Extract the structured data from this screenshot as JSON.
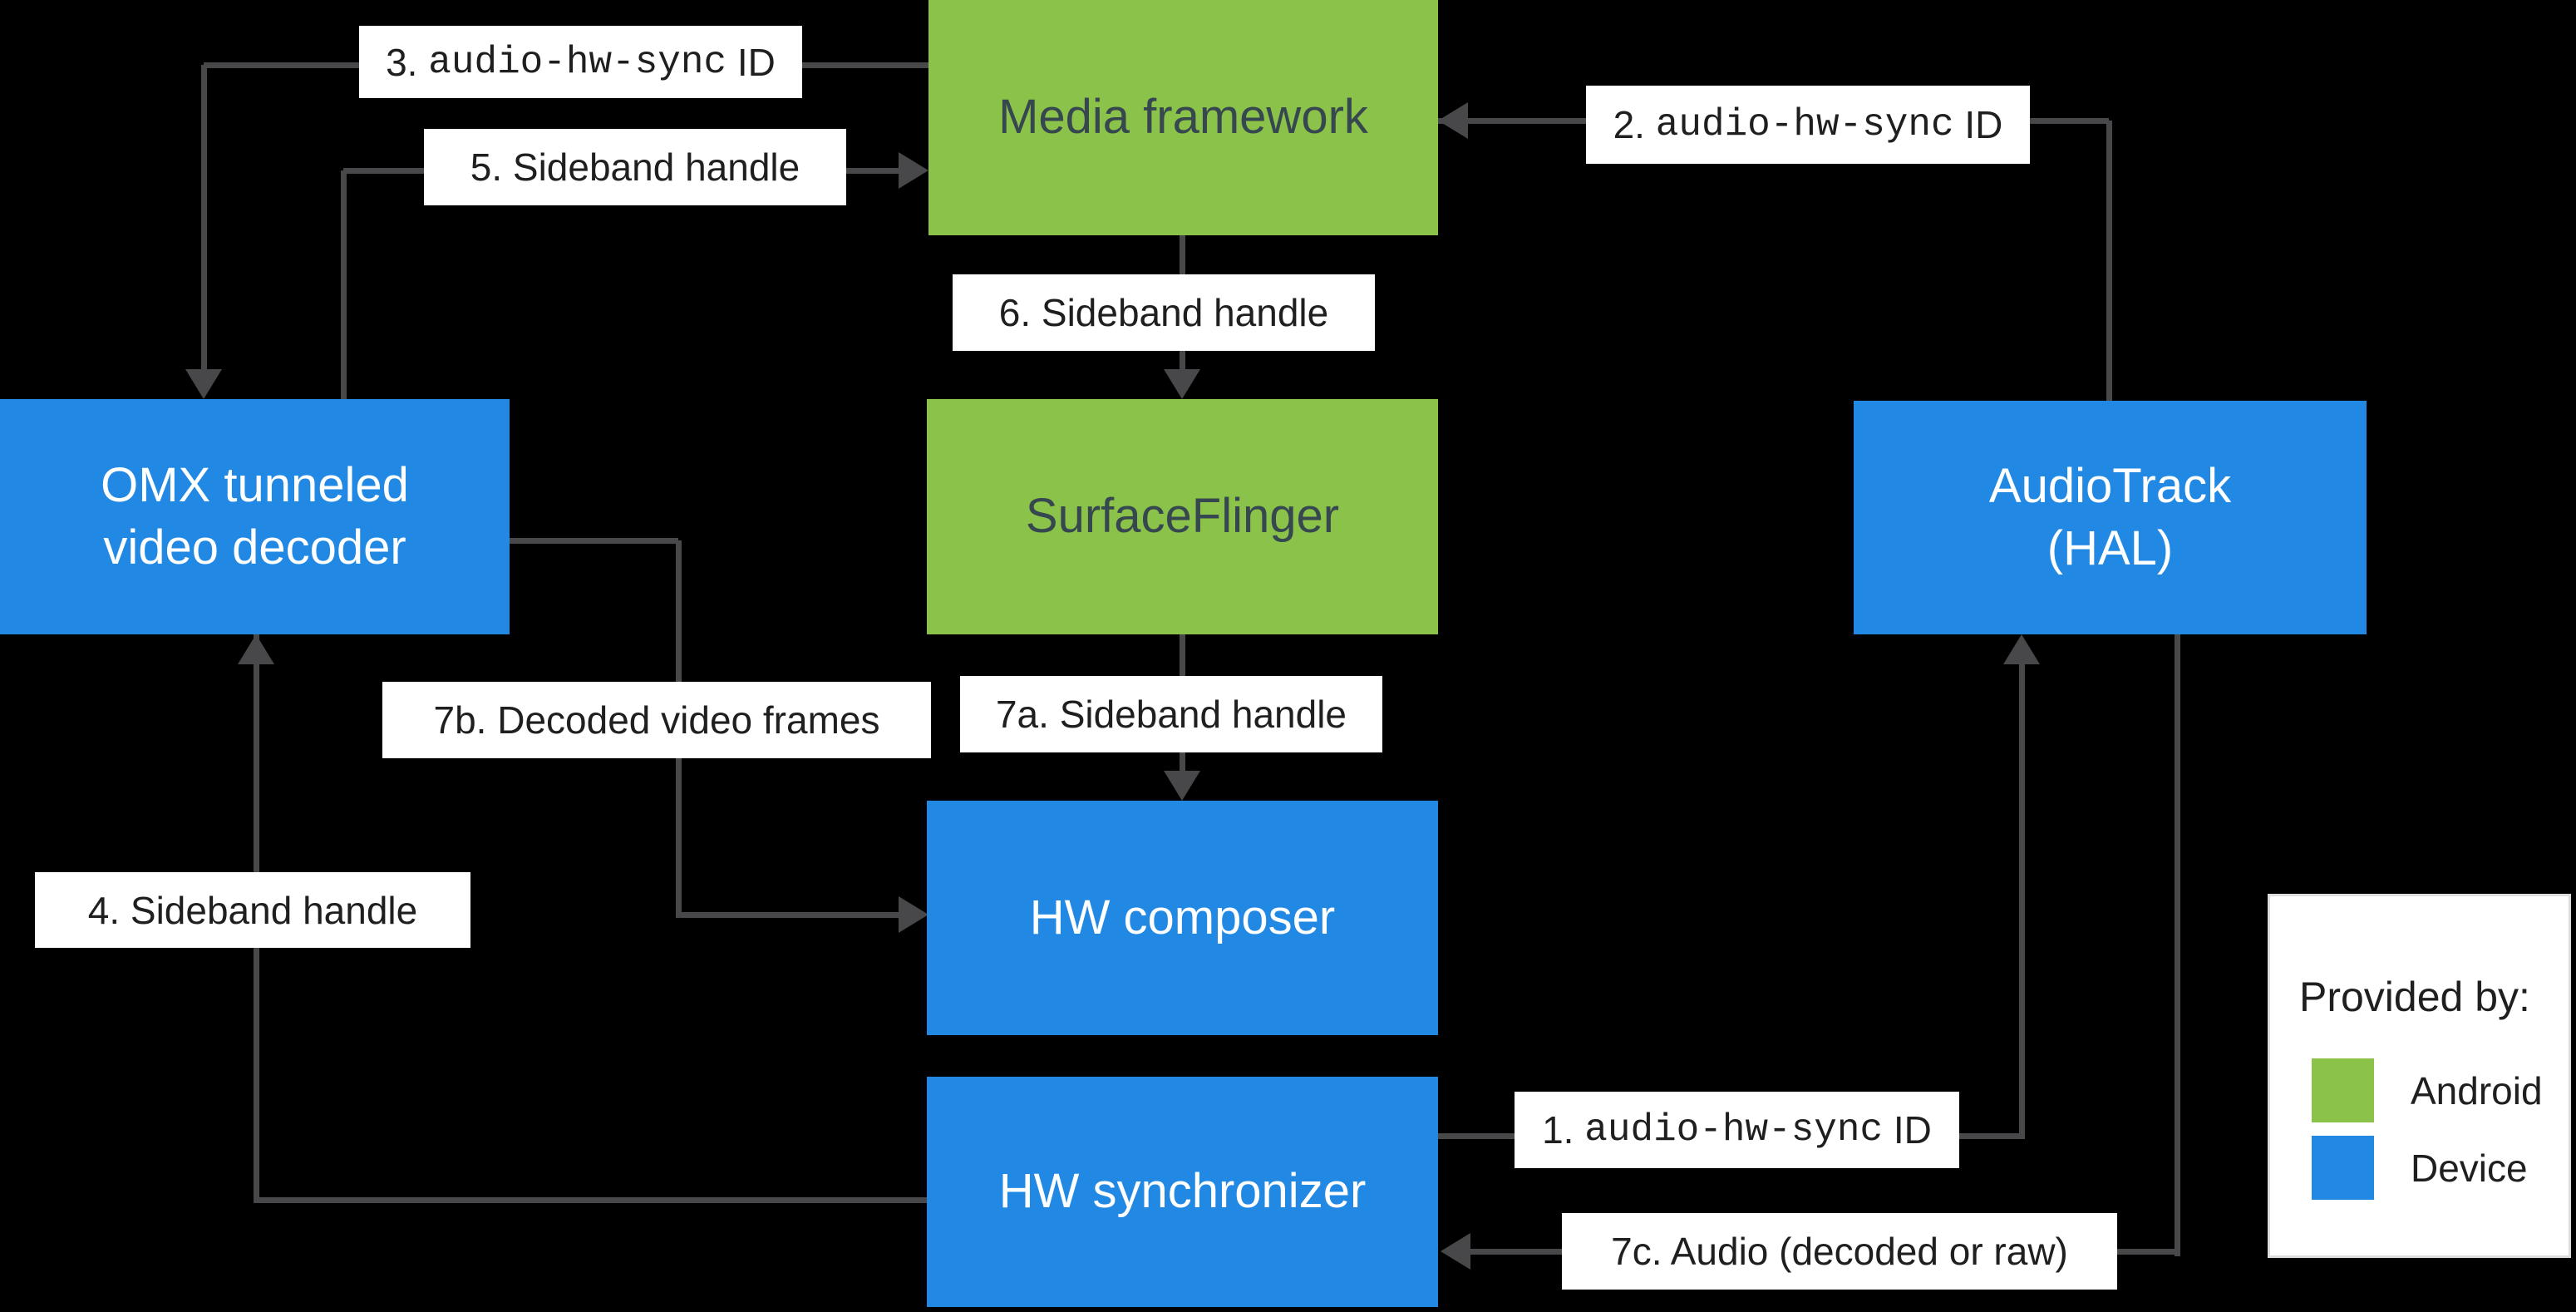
{
  "diagram": {
    "description": "Android tunneled video playback flow",
    "colors": {
      "background": "#000000",
      "android_green": "#8BC34A",
      "device_blue": "#2188E4",
      "arrow_gray": "#48484A",
      "edge_label_background": "#FFFFFF",
      "edge_label_text": "#1F1F1F",
      "green_node_text": "#37474F",
      "blue_node_text": "#FFFFFF"
    },
    "nodes": {
      "media": {
        "label": "Media framework",
        "provided_by": "Android"
      },
      "surfaceflinger": {
        "label": "SurfaceFlinger",
        "provided_by": "Android"
      },
      "omx": {
        "line1": "OMX tunneled",
        "line2": "video decoder",
        "provided_by": "Device"
      },
      "audiotrack": {
        "line1": "AudioTrack",
        "line2": "(HAL)",
        "provided_by": "Device"
      },
      "hwcomposer": {
        "label": "HW composer",
        "provided_by": "Device"
      },
      "hwsync": {
        "label": "HW synchronizer",
        "provided_by": "Device"
      }
    },
    "labels": {
      "l1": {
        "pre": "1. ",
        "code": "audio-hw-sync",
        "post": " ID"
      },
      "l2": {
        "pre": "2. ",
        "code": "audio-hw-sync",
        "post": " ID"
      },
      "l3": {
        "pre": "3. ",
        "code": "audio-hw-sync",
        "post": " ID"
      },
      "l4": {
        "text": "4. Sideband handle"
      },
      "l5": {
        "text": "5. Sideband handle"
      },
      "l6": {
        "text": "6. Sideband handle"
      },
      "l7a": {
        "text": "7a. Sideband handle"
      },
      "l7b": {
        "text": "7b. Decoded video frames"
      },
      "l7c": {
        "text": "7c. Audio (decoded or raw)"
      }
    },
    "legend": {
      "title": "Provided by:",
      "items": [
        {
          "label": "Android",
          "color": "#8BC34A"
        },
        {
          "label": "Device",
          "color": "#2188E4"
        }
      ]
    }
  }
}
